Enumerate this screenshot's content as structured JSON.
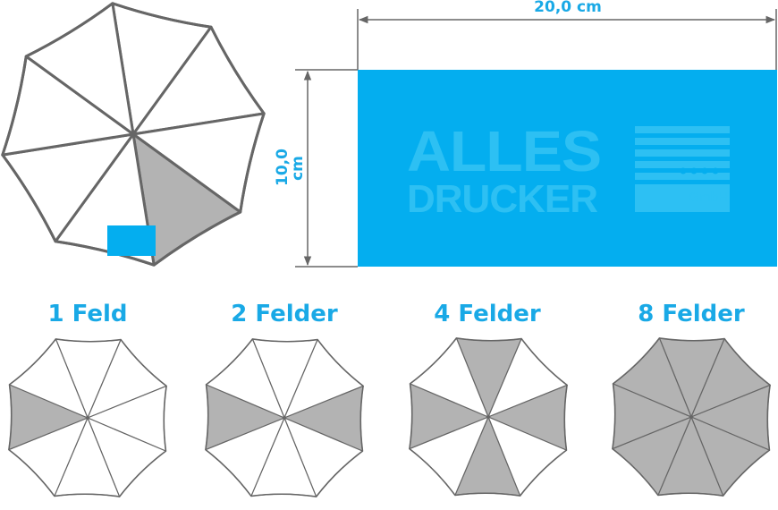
{
  "dimensions": {
    "width_label": "20,0 cm",
    "height_label": "10,0 cm"
  },
  "logo": {
    "line1": "ALLES",
    "line2": "DRUCKER",
    "suffix": "GmbH"
  },
  "options": [
    {
      "label": "1 Feld",
      "shaded_panels": [
        6
      ]
    },
    {
      "label": "2 Felder",
      "shaded_panels": [
        2,
        6
      ]
    },
    {
      "label": "4 Felder",
      "shaded_panels": [
        0,
        2,
        4,
        6
      ]
    },
    {
      "label": "8 Felder",
      "shaded_panels": [
        0,
        1,
        2,
        3,
        4,
        5,
        6,
        7
      ]
    }
  ],
  "main_umbrella": {
    "shaded_panels": [
      3
    ]
  },
  "colors": {
    "accent_blue": "#19a9e6",
    "print_area": "#04aeef",
    "panel_shaded": "#b3b3b3",
    "panel_plain": "#ffffff",
    "outline": "#666666"
  }
}
